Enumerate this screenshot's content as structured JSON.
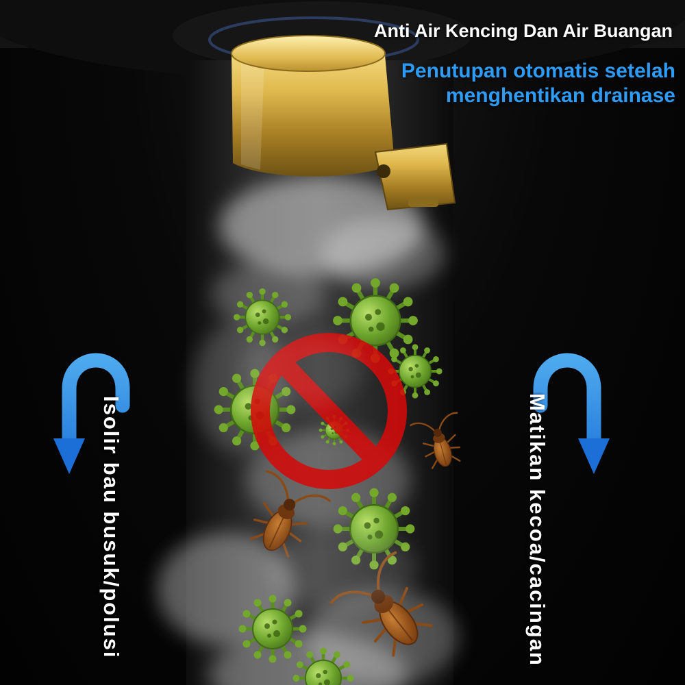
{
  "header": {
    "title": "Anti Air Kencing Dan Air Buangan",
    "subtitle_line1": "Penutupan otomatis setelah",
    "subtitle_line2": "menghentikan drainase"
  },
  "side_labels": {
    "left": "Isolir bau busuk/polusi",
    "right": "Matikan kecoa/cacingan"
  },
  "icons": {
    "left_arrow": "curved-down-arrow",
    "right_arrow": "curved-down-arrow",
    "prohibition": "no-entry-circle-slash",
    "virus": "germ-ball",
    "cockroach": "cockroach",
    "valve": "brass-drain-check-valve",
    "pipe": "drain-pipe",
    "smoke": "odor-smoke"
  },
  "colors": {
    "accent_blue": "#2e9cf5",
    "arrow_blue": "#1e88e5",
    "prohibition_red": "#d40b0b",
    "virus_green": "#6da52d",
    "brass_gold": "#d4a93c",
    "background": "#060606"
  }
}
